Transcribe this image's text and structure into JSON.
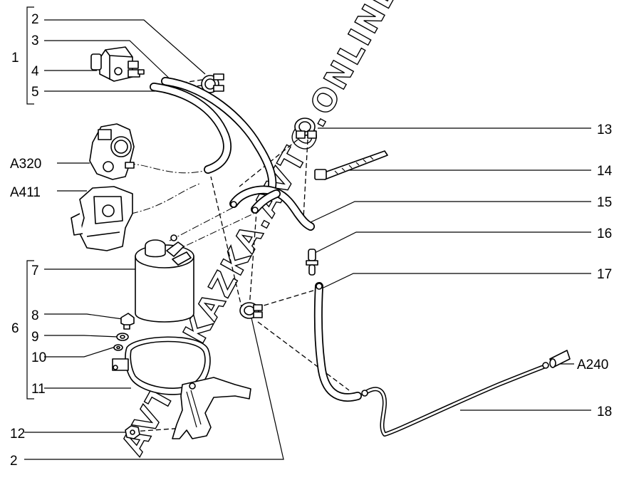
{
  "watermark": "AVTOSKAZKA.AVTO.ONLINE",
  "labels": {
    "group1": "1",
    "p2_top": "2",
    "p3": "3",
    "p4": "4",
    "p5": "5",
    "a320": "A320",
    "a411": "A411",
    "group6": "6",
    "p7": "7",
    "p8": "8",
    "p9": "9",
    "p10": "10",
    "p11": "11",
    "p12": "12",
    "p2_bottom": "2",
    "p13": "13",
    "p14": "14",
    "p15": "15",
    "p16": "16",
    "p17": "17",
    "a240": "A240",
    "p18": "18"
  }
}
